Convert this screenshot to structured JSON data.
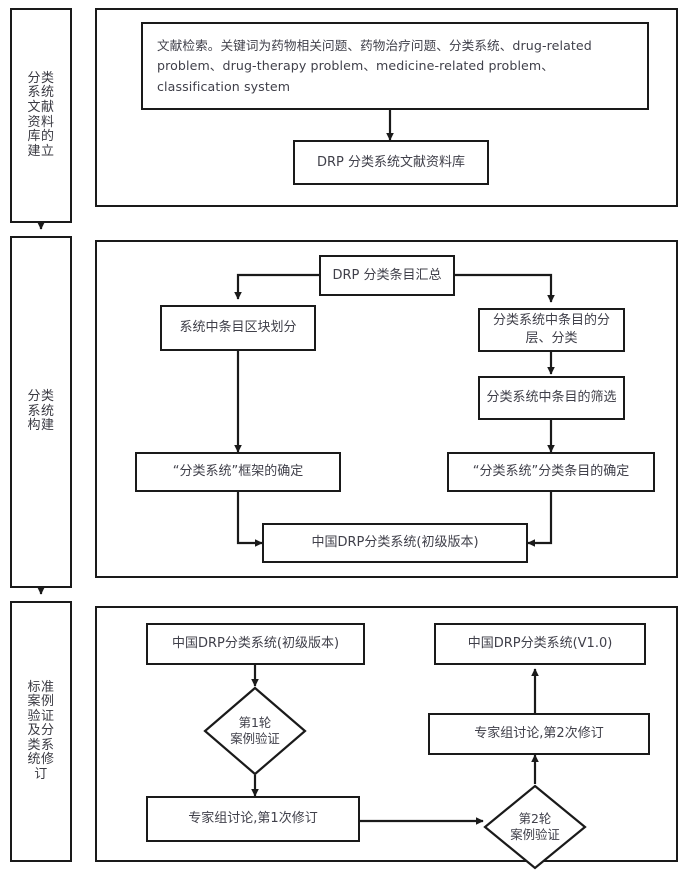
{
  "figure": {
    "kind": "flowchart",
    "language": "zh-CN",
    "orientation": "vertical",
    "colors": {
      "stroke": "#1a1a1a",
      "background": "#ffffff",
      "text": "#40404a"
    }
  },
  "stages": [
    {
      "id": "stage-1",
      "label": "分类系统文献资料库的建立"
    },
    {
      "id": "stage-2",
      "label": "分类系统构建"
    },
    {
      "id": "stage-3",
      "label": "标准案例验证及分类系统修订"
    }
  ],
  "section1": {
    "search_note": "文献检索。关键词为药物相关问题、药物治疗问题、分类系统、drug-related problem、drug-therapy problem、medicine-related problem、classification system",
    "database": "DRP 分类系统文献资料库"
  },
  "section2": {
    "summary": "DRP 分类条目汇总",
    "left_block": "系统中条目区块划分",
    "right_layer": "分类系统中条目的分层、分类",
    "right_filter": "分类系统中条目的筛选",
    "left_framework": "“分类系统”框架的确定",
    "right_items": "“分类系统”分类条目的确定",
    "output": "中国DRP分类系统(初级版本)"
  },
  "section3": {
    "input_primary": "中国DRP分类系统(初级版本)",
    "output_v1": "中国DRP分类系统(V1.0)",
    "round1_diamond": "第1轮\n案例验证",
    "round1_diamond_line1": "第1轮",
    "round1_diamond_line2": "案例验证",
    "revision1": "专家组讨论,第1次修订",
    "round2_diamond_line1": "第2轮",
    "round2_diamond_line2": "案例验证",
    "revision2": "专家组讨论,第2次修订"
  }
}
